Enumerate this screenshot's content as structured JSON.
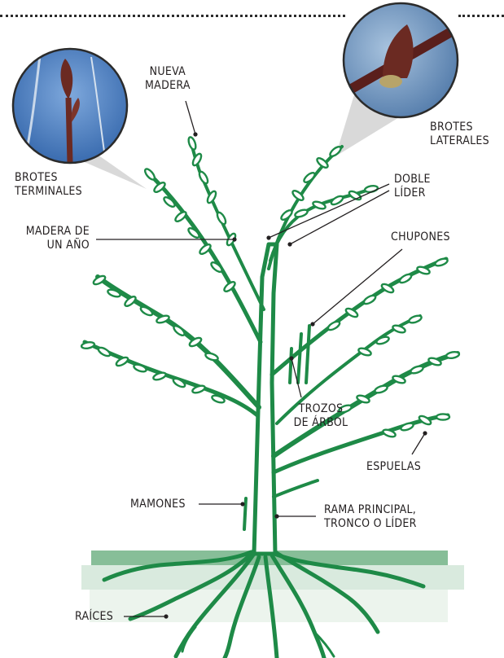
{
  "labels": {
    "nueva_madera": [
      "NUEVA",
      "MADERA"
    ],
    "brotes_terminales": [
      "BROTES",
      "TERMINALES"
    ],
    "brotes_laterales": [
      "BROTES",
      "LATERALES"
    ],
    "doble_lider": [
      "DOBLE",
      "LÍDER"
    ],
    "madera_de_un_ano": [
      "MADERA DE",
      "UN AÑO"
    ],
    "chupones": [
      "CHUPONES"
    ],
    "trozos_de_arbol": [
      "TROZOS",
      "DE ÁRBOL"
    ],
    "espuelas": [
      "ESPUELAS"
    ],
    "mamones": [
      "MAMONES"
    ],
    "rama_principal": [
      "RAMA PRINCIPAL,",
      "TRONCO O LÍDER"
    ],
    "raices": [
      "RAÍCES"
    ]
  },
  "colors": {
    "tree_green": "#1e8a47",
    "label_text": "#231f20",
    "leader_line": "#231f20",
    "sky_blue": "#3d73b8",
    "bud_brown": "#6b2a22",
    "callout_gray": "#d9d9d9"
  }
}
